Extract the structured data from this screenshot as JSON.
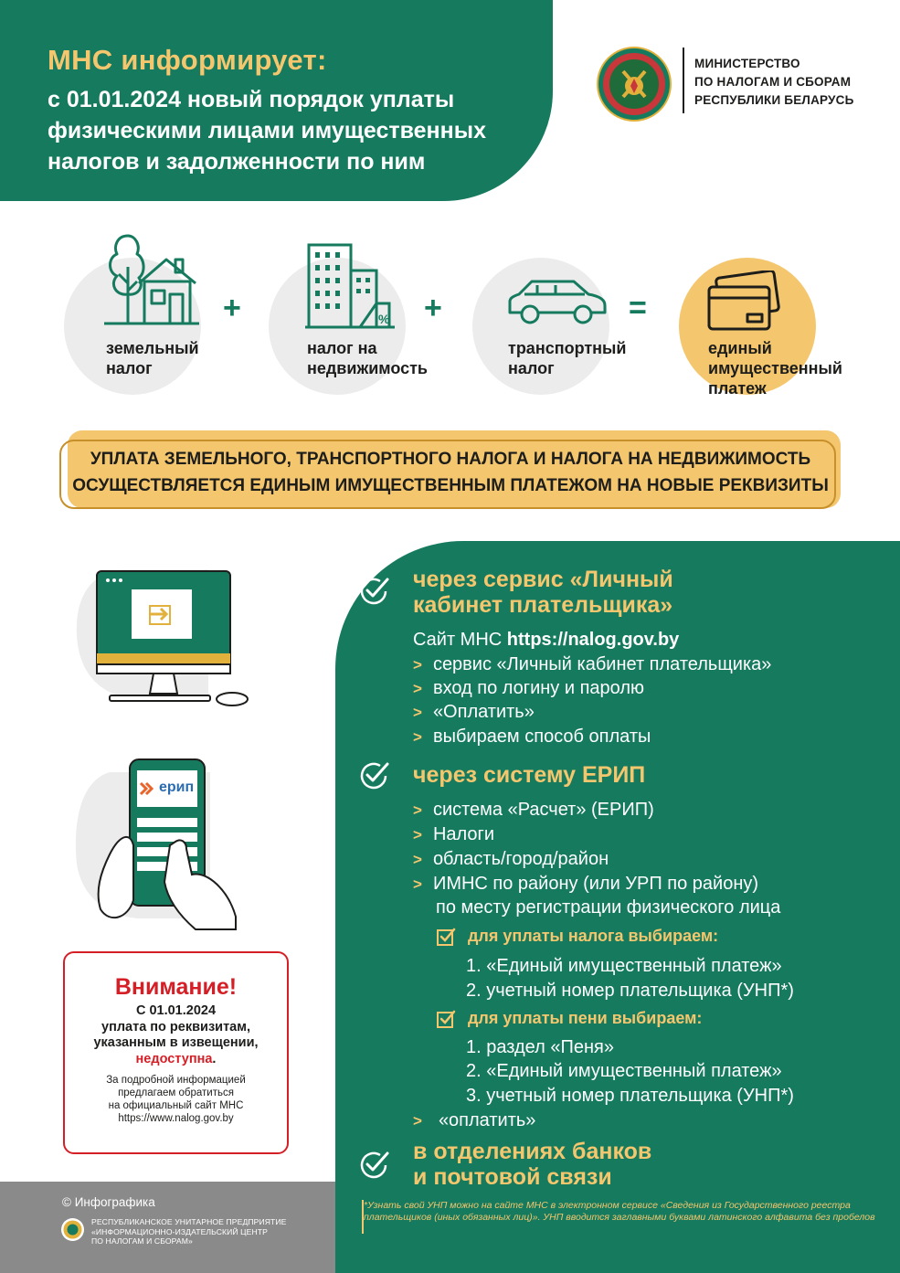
{
  "header": {
    "title": "МНС информирует:",
    "subtitle_lines": [
      "с 01.01.2024 новый порядок уплаты",
      "физическими лицами имущественных",
      "налогов и задолженности по ним"
    ]
  },
  "ministry": {
    "lines": [
      "МИНИСТЕРСТВО",
      "ПО НАЛОГАМ И СБОРАМ",
      "РЕСПУБЛИКИ БЕЛАРУСЬ"
    ]
  },
  "taxes": {
    "land": [
      "земельный",
      "налог"
    ],
    "property": [
      "налог на",
      "недвижимость"
    ],
    "transport": [
      "транспортный",
      "налог"
    ],
    "total": [
      "единый",
      "имущественный",
      "платеж"
    ],
    "plus": "+",
    "equals": "="
  },
  "banner": {
    "lines": [
      "УПЛАТА ЗЕМЕЛЬНОГО, ТРАНСПОРТНОГО НАЛОГА И НАЛОГА НА НЕДВИЖИМОСТЬ",
      "ОСУЩЕСТВЛЯЕТСЯ ЕДИНЫМ ИМУЩЕСТВЕННЫМ ПЛАТЕЖОМ НА НОВЫЕ РЕКВИЗИТЫ"
    ]
  },
  "method1": {
    "title_lines": [
      "через сервис «Личный",
      "кабинет плательщика»"
    ],
    "site_prefix": "Сайт МНС ",
    "site_url": "https://nalog.gov.by",
    "steps": [
      "сервис «Личный кабинет плательщика»",
      "вход по логину и паролю",
      "«Оплатить»",
      "выбираем способ оплаты"
    ]
  },
  "method2": {
    "title": "через систему ЕРИП",
    "steps": [
      "система «Расчет» (ЕРИП)",
      "Налоги",
      "область/город/район",
      "ИМНС по району (или УРП по району)"
    ],
    "steps_cont": "по месту регистрации физического лица",
    "tax_head": "для уплаты налога выбираем:",
    "tax_items": [
      "1. «Единый имущественный платеж»",
      "2. учетный номер плательщика (УНП*)"
    ],
    "fine_head": "для уплаты пени выбираем:",
    "fine_items": [
      "1. раздел «Пеня»",
      "2.  «Единый имущественный платеж»",
      "3. учетный номер плательщика (УНП*)"
    ],
    "final": "«оплатить»"
  },
  "method3": {
    "title_lines": [
      "в отделениях банков",
      "и почтовой связи"
    ]
  },
  "phone": {
    "app_label": "ерип"
  },
  "footnote": "*Узнать свой УНП можно на сайте МНС в электронном сервисе «Сведения из Государственного реестра плательщиков (иных обязанных лиц)». УНП вводится заглавными буквами латинского алфавита без пробелов",
  "warning": {
    "title": "Внимание!",
    "line1": "С 01.01.2024",
    "line2": "уплата по реквизитам,",
    "line3": "указанным в извещении,",
    "line4": "недоступна",
    "line4_dot": ".",
    "small": [
      "За подробной информацией",
      "предлагаем обратиться",
      "на официальный сайт МНС",
      "https://www.nalog.gov.by"
    ]
  },
  "footer": {
    "copyright": "© Инфографика",
    "org": [
      "РЕСПУБЛИКАНСКОЕ УНИТАРНОЕ ПРЕДПРИЯТИЕ",
      "«ИНФОРМАЦИОННО-ИЗДАТЕЛЬСКИЙ ЦЕНТР",
      "ПО НАЛОГАМ И СБОРАМ»"
    ]
  },
  "colors": {
    "green": "#157a5e",
    "gold": "#f4c66e",
    "red": "#d51f27",
    "gray": "#8a8a8a"
  }
}
